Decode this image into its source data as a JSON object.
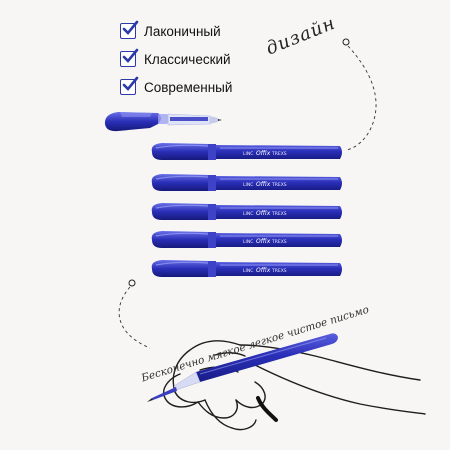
{
  "features": [
    {
      "label": "Лаконичный",
      "checked": true
    },
    {
      "label": "Классический",
      "checked": true
    },
    {
      "label": "Современный",
      "checked": true
    }
  ],
  "script_labels": {
    "top_right": "дизайн",
    "bottom": "Бесконечно мягкое легкое чистое письмо"
  },
  "pen_imprint": {
    "brand": "Offix",
    "model": "TREXS",
    "series": "LINC"
  },
  "colors": {
    "pen_blue": "#2a2fb8",
    "pen_blue_dark": "#1a1f8c",
    "check_blue": "#2b3aa6",
    "background": "#f7f6f4"
  }
}
